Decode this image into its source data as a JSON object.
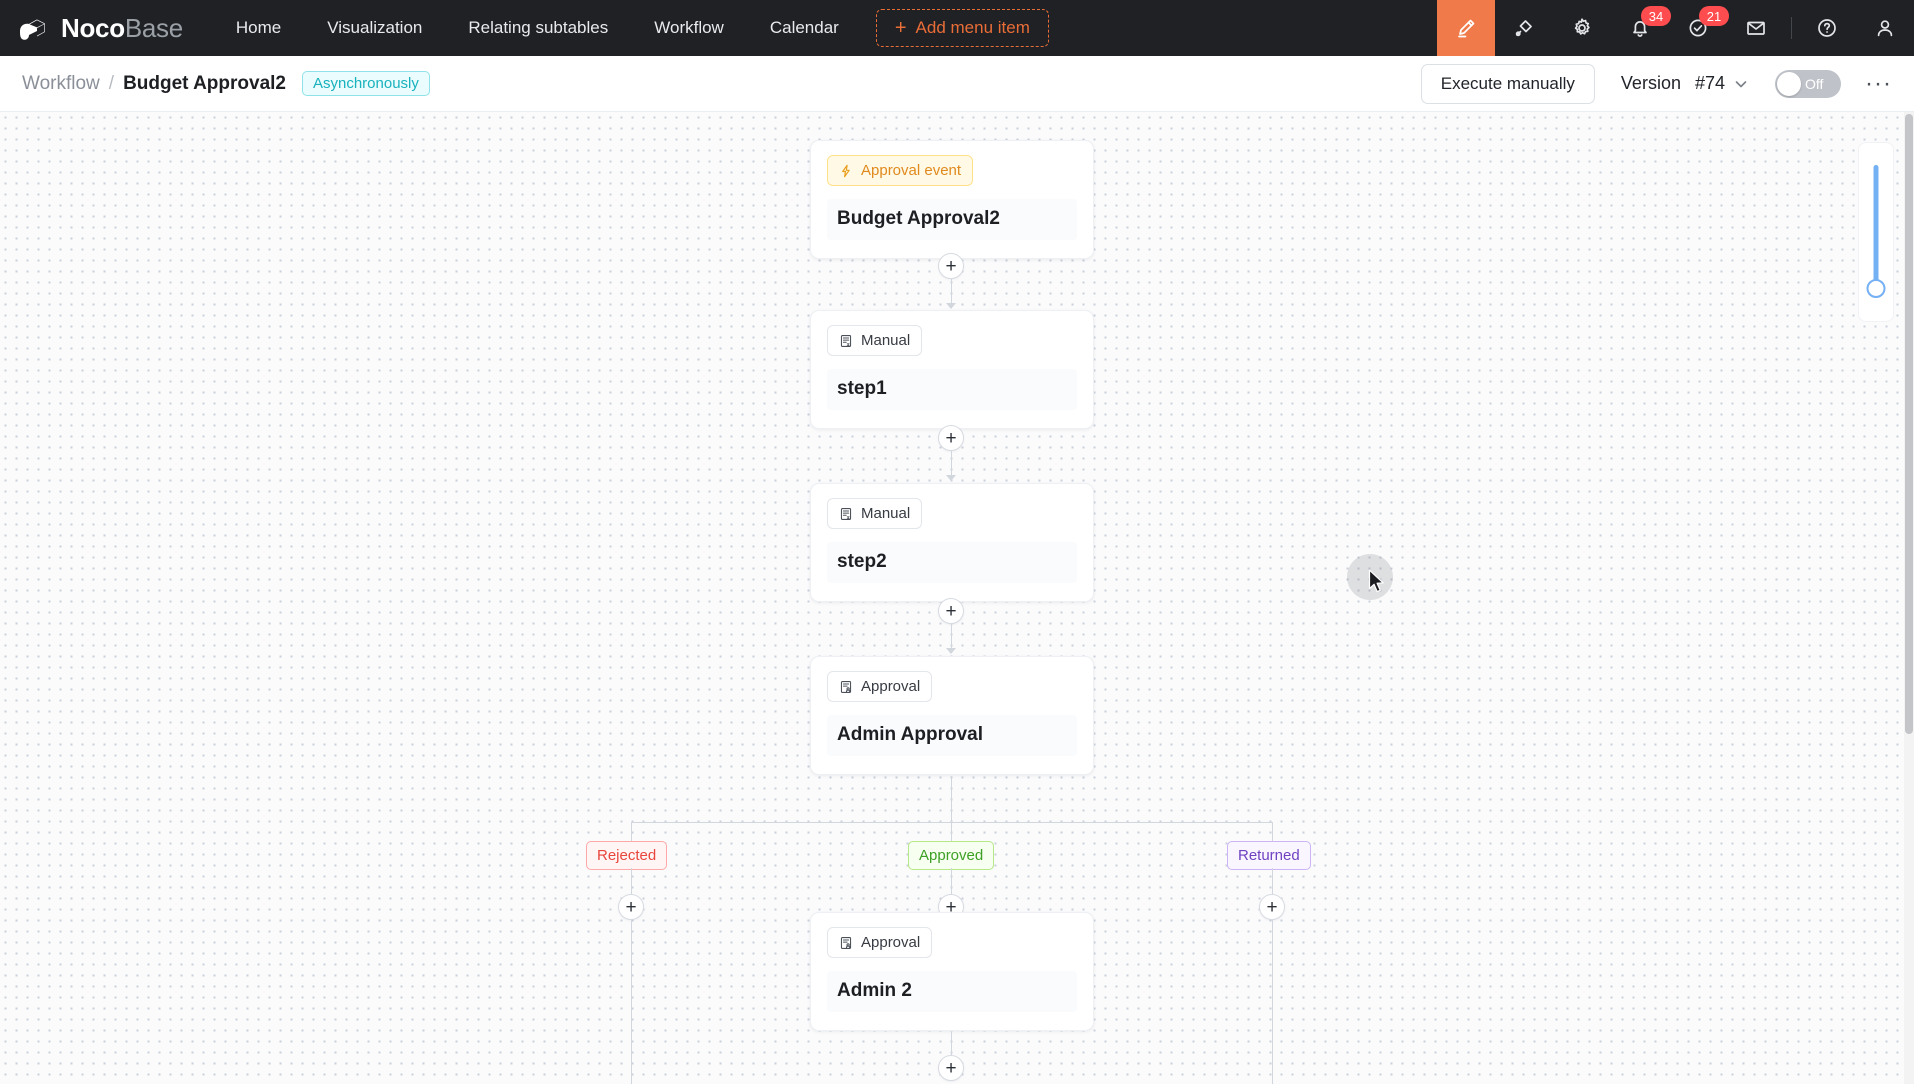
{
  "app": {
    "brand_bold": "Noco",
    "brand_light": "Base",
    "accent_orange": "#e96d37",
    "header_bg": "#1f2125",
    "badge_color": "#ff4d4f"
  },
  "topnav": {
    "menu": [
      {
        "label": "Home",
        "name": "nav-home"
      },
      {
        "label": "Visualization",
        "name": "nav-visualization"
      },
      {
        "label": "Relating subtables",
        "name": "nav-relating-subtables"
      },
      {
        "label": "Workflow",
        "name": "nav-workflow"
      },
      {
        "label": "Calendar",
        "name": "nav-calendar"
      }
    ],
    "add_menu_item": "Add menu item",
    "add_menu_plus": "+",
    "icons": [
      {
        "name": "highlighter-icon",
        "active": true
      },
      {
        "name": "plugin-icon",
        "active": false
      },
      {
        "name": "gear-icon",
        "active": false
      },
      {
        "name": "bell-icon",
        "badge": "34"
      },
      {
        "name": "check-circle-icon",
        "badge": "21"
      },
      {
        "name": "mail-icon",
        "active": false
      },
      {
        "name": "help-icon",
        "active": false
      },
      {
        "name": "user-avatar-icon",
        "active": false
      }
    ],
    "notifications_badge": "34",
    "tasks_badge": "21"
  },
  "subheader": {
    "breadcrumb_root": "Workflow",
    "breadcrumb_sep": "/",
    "breadcrumb_current": "Budget Approval2",
    "mode_tag": "Asynchronously",
    "execute_button": "Execute manually",
    "version_label": "Version",
    "version_value": "#74",
    "toggle_state": "Off",
    "more_menu": "···"
  },
  "workflow": {
    "nodes": [
      {
        "id": "trigger",
        "type_label": "Approval event",
        "title": "Budget Approval2",
        "type_style": "trigger",
        "icon": "lightning-icon"
      },
      {
        "id": "step1",
        "type_label": "Manual",
        "title": "step1",
        "type_style": "default",
        "icon": "manual-form-icon"
      },
      {
        "id": "step2",
        "type_label": "Manual",
        "title": "step2",
        "type_style": "default",
        "icon": "manual-form-icon"
      },
      {
        "id": "admin-approval",
        "type_label": "Approval",
        "title": "Admin Approval",
        "type_style": "default",
        "icon": "approval-person-icon"
      },
      {
        "id": "admin-2",
        "type_label": "Approval",
        "title": "Admin 2",
        "type_style": "default",
        "icon": "approval-person-icon"
      }
    ],
    "branches": [
      {
        "label": "Rejected",
        "style": "rejected"
      },
      {
        "label": "Approved",
        "style": "approved"
      },
      {
        "label": "Returned",
        "style": "returned"
      }
    ],
    "add_node_glyph": "+",
    "add_node_count": 7
  },
  "zoom_control": {
    "name": "zoom-slider",
    "orientation": "vertical"
  }
}
